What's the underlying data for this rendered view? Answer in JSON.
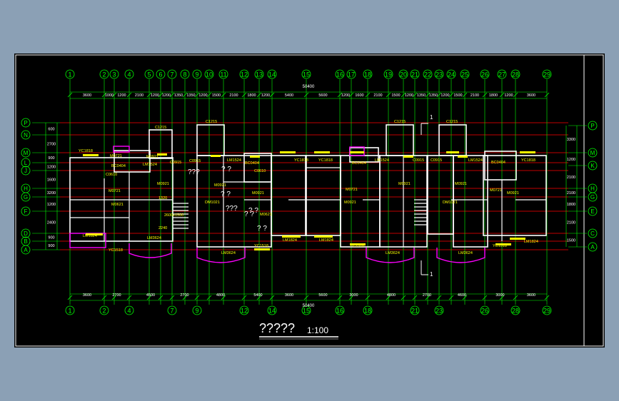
{
  "drawing": {
    "title_glyphs": "?????",
    "scale": "1:100",
    "total_width_top": "50400",
    "total_width_bottom": "50400",
    "colors": {
      "background": "#000000",
      "axis_line": "#00ff00",
      "grid_red": "#ff0000",
      "wall": "#ffffff",
      "label": "#ffff00",
      "bay": "#ff00ff",
      "frame": "#ffffff",
      "dimension": "#ffffff"
    }
  },
  "axes_top": [
    "1",
    "2",
    "3",
    "4",
    "5",
    "6",
    "7",
    "8",
    "9",
    "10",
    "11",
    "12",
    "13",
    "14",
    "15",
    "16",
    "17",
    "18",
    "19",
    "20",
    "21",
    "22",
    "23",
    "24",
    "25",
    "26",
    "27",
    "28",
    "29"
  ],
  "axes_bottom": [
    "1",
    "2",
    "4",
    "7",
    "9",
    "12",
    "14",
    "15",
    "16",
    "18",
    "21",
    "23",
    "26",
    "28",
    "29"
  ],
  "rows_left": [
    "P",
    "N",
    "M",
    "L",
    "J",
    "H",
    "G",
    "F",
    "D",
    "B",
    "A"
  ],
  "rows_right": [
    "P",
    "M",
    "K",
    "H",
    "G",
    "E",
    "C",
    "A"
  ],
  "dims_top": [
    "3600",
    "1000",
    "1200",
    "2100",
    "1200",
    "1200",
    "1350",
    "1350",
    "1200",
    "1500",
    "2100",
    "1800",
    "1200",
    "5400",
    "5600",
    "1200",
    "1600",
    "2100",
    "1500",
    "1200",
    "1350",
    "1350",
    "1200",
    "1500",
    "2100",
    "1800",
    "1200",
    "3600"
  ],
  "dims_bottom": [
    "3600",
    "2700",
    "4500",
    "2700",
    "4800",
    "5400",
    "3600",
    "5600",
    "3000",
    "4800",
    "2700",
    "4600",
    "3000",
    "3600"
  ],
  "dims_left": [
    "600",
    "2700",
    "900",
    "1200",
    "1600",
    "3200",
    "1200",
    "2400",
    "900",
    "900"
  ],
  "dims_right": [
    "3300",
    "1200",
    "2100",
    "2100",
    "1800",
    "2100",
    "1500"
  ],
  "room_labels": [
    "C1215",
    "C1215",
    "C1215",
    "C1215",
    "YC1818",
    "YC1818",
    "YC1818",
    "YC1818",
    "M0721",
    "M0721",
    "M0721",
    "M0721",
    "M0921",
    "M0921",
    "M0921",
    "M0921",
    "M0921",
    "M0921",
    "M0921",
    "M0921",
    "LM1524",
    "LM1524",
    "LM1524",
    "LM1524",
    "C0915",
    "C0915",
    "C0915",
    "C0915",
    "BC0404",
    "BC0404",
    "BC0404",
    "BC0404",
    "C0610",
    "C0610",
    "M0621",
    "M0621",
    "DM1021",
    "DM1021",
    "LM1824",
    "LM1824",
    "LM1824",
    "LM1824",
    "LM3624",
    "LM3624",
    "LM3624",
    "LM3624",
    "YC1518",
    "YC1518",
    "YC1518",
    "YC1518",
    "2600x1500",
    "2240",
    "1320",
    "???",
    "? ?",
    "???",
    "? ?",
    "? ?",
    "? ?",
    "? ?",
    "???"
  ],
  "section_marker": "1"
}
